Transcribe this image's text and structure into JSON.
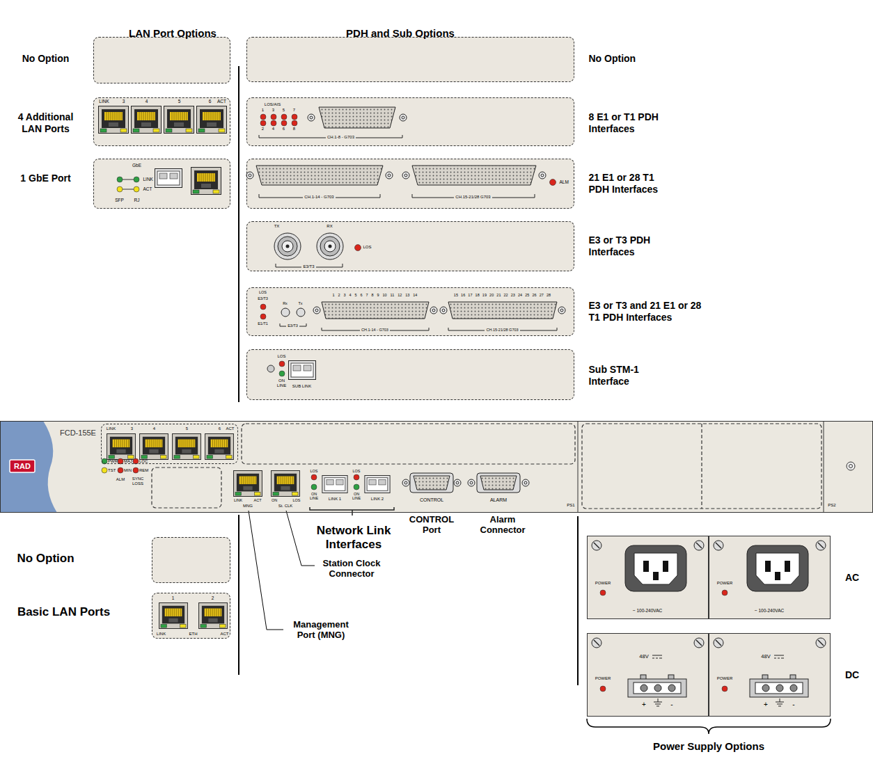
{
  "diagram": {
    "nodes": [
      {
        "text": [
          "No Option"
        ]
      },
      {
        "text": [
          "4 Additional LAN Ports",
          "LINK",
          "3",
          "4",
          "5",
          "6",
          "ACT"
        ]
      },
      {
        "text": [
          "1 GbE Port",
          "GbE",
          "LINK",
          "ACT",
          "SFP",
          "RJ"
        ]
      },
      {
        "text": [
          "No Option"
        ]
      },
      {
        "text": [
          "8 E1 or T1 PDH Interfaces",
          "LOS/AIS",
          "1",
          "3",
          "5",
          "7",
          "2",
          "4",
          "6",
          "8",
          "CH.1-8 - G703"
        ]
      },
      {
        "text": [
          "21 E1 or 28 T1 PDH Interfaces",
          "CH.1-14 - G703",
          "CH.15-21/28 G703",
          "ALM"
        ]
      },
      {
        "text": [
          "E3 or T3 PDH Interfaces",
          "TX",
          "RX",
          "LOS",
          "E3/T3"
        ]
      },
      {
        "text": [
          "E3 or T3 and 21 E1 or 28 T1 PDH Interfaces",
          "LOS",
          "E3/T3",
          "E1/T1",
          "Rx",
          "Tx",
          "E3/T3",
          "1 2 3 4 5 6 7 8 9 10 11 12 13 14",
          "15 16 17 18 19 20 21 22 23 24 25 26 27 28",
          "CH.1-14 - G703",
          "CH.15-21/28 G703"
        ]
      },
      {
        "text": [
          "Sub STM-1 Interface",
          "LOS",
          "ON LINE",
          "SUB LINK"
        ]
      },
      {
        "text": [
          "FCD-155E"
        ]
      },
      {
        "text": [
          "LINK",
          "3",
          "4",
          "5",
          "6",
          "ACT"
        ],
        "in": 9
      },
      {
        "text": [
          "No Option"
        ]
      },
      {
        "text": [
          "Basic LAN Ports",
          "1",
          "2",
          "LINK",
          "ETH",
          "ACT"
        ]
      },
      {
        "text": [
          "POWER",
          "~ 100-240VAC"
        ]
      },
      {
        "text": [
          "POWER",
          "~ 100-240VAC"
        ]
      },
      {
        "text": [
          "48V",
          "POWER",
          "+",
          "-"
        ]
      },
      {
        "text": [
          "48V",
          "POWER",
          "+",
          "-"
        ]
      }
    ],
    "labels": [
      "LAN Port Options",
      "PDH and Sub Options",
      "RAD",
      "PWR",
      "MAJ",
      "LOC",
      "TST",
      "MIN",
      "REM",
      "ALM",
      "SYNC LOSS",
      "LINK",
      "ACT",
      "MNG",
      "ON",
      "LOS",
      "St. CLK",
      "LOS",
      "ON LINE",
      "LINK 1",
      "LOS",
      "ON LINE",
      "LINK 2",
      "CONTROL",
      "ALARM",
      "PS1",
      "PS2",
      "Network Link Interfaces",
      "CONTROL Port",
      "Alarm Connector",
      "Station Clock Connector",
      "Management Port (MNG)",
      "AC",
      "DC",
      "Power Supply Options"
    ]
  }
}
